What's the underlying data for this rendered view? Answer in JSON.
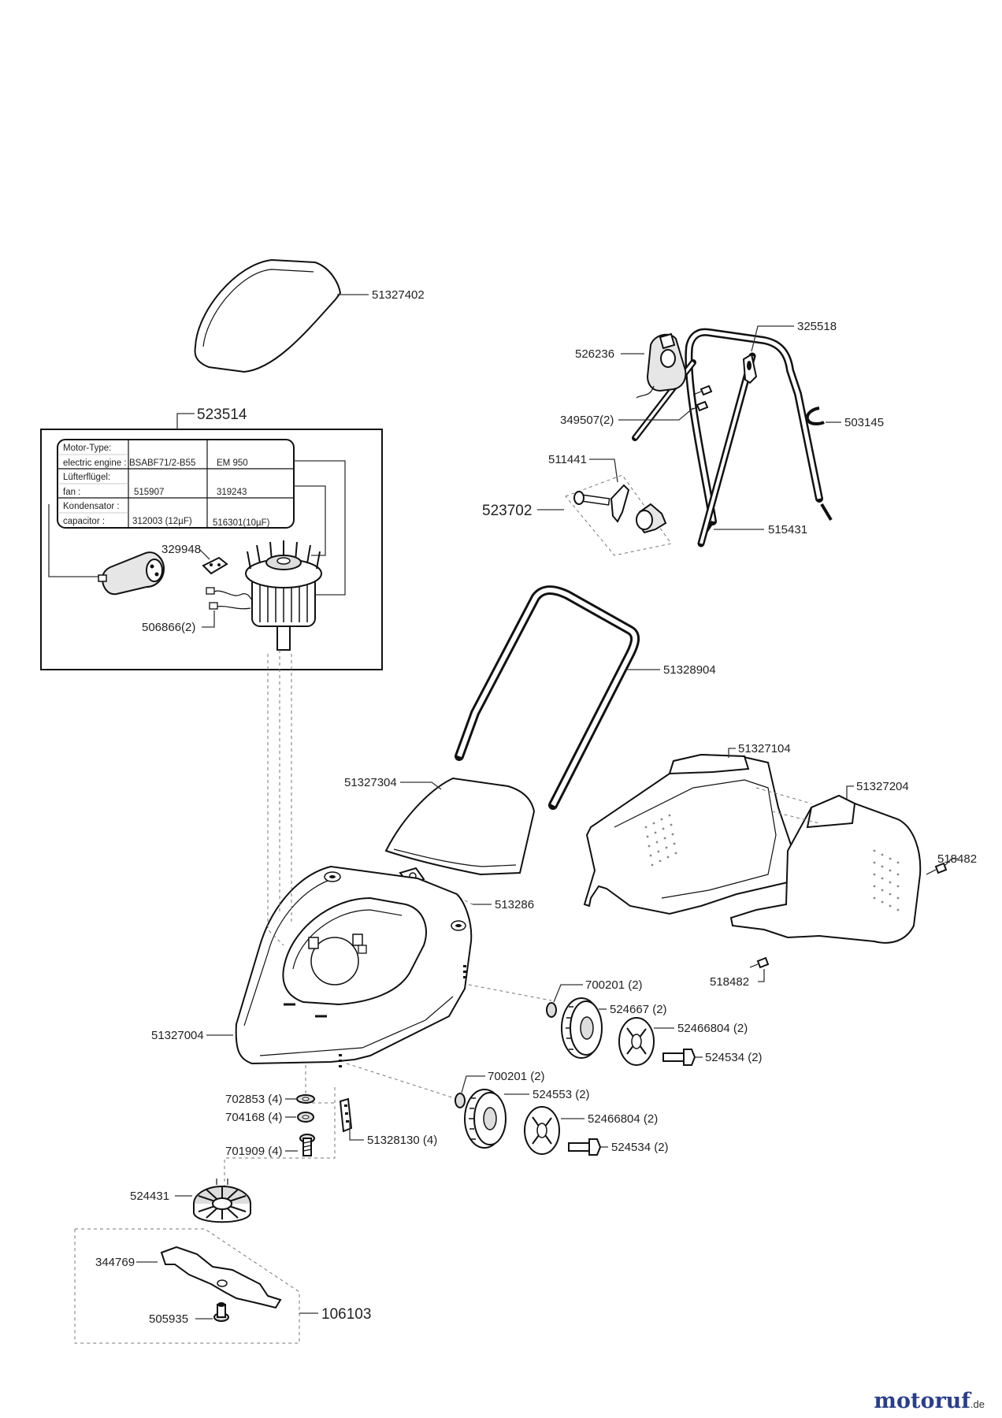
{
  "labels": {
    "p51327402": "51327402",
    "p523514": "523514",
    "p325518": "325518",
    "p526236": "526236",
    "p349507": "349507(2)",
    "p503145": "503145",
    "p511441": "511441",
    "p523702": "523702",
    "p515431": "515431",
    "p329948": "329948",
    "p506866": "506866(2)",
    "p51328904": "51328904",
    "p51327104": "51327104",
    "p51327304": "51327304",
    "p51327204": "51327204",
    "p518482a": "518482",
    "p513286": "513286",
    "p518482b": "518482",
    "p700201a": "700201 (2)",
    "p524667": "524667 (2)",
    "p51327004": "51327004",
    "p52466804a": "52466804 (2)",
    "p524534a": "524534 (2)",
    "p700201b": "700201 (2)",
    "p524553": "524553 (2)",
    "p702853": "702853 (4)",
    "p704168": "704168 (4)",
    "p51328130": "51328130 (4)",
    "p52466804b": "52466804 (2)",
    "p524534b": "524534 (2)",
    "p701909": "701909 (4)",
    "p524431": "524431",
    "p344769": "344769",
    "p106103": "106103",
    "p505935": "505935"
  },
  "motor_table": {
    "r1c1a": "Motor-Type:",
    "r1c1b": "electric engine :",
    "r1c2": "BSABF71/2-B55",
    "r1c3": "EM 950",
    "r2c1a": "Lüfterflügel:",
    "r2c1b": "fan :",
    "r2c2": "515907",
    "r2c3": "319243",
    "r3c1a": "Kondensator :",
    "r3c1b": "capacitor :",
    "r3c2": "312003 (12µF)",
    "r3c3": "516301(10µF)"
  },
  "brand": {
    "name": "motoruf",
    "tld": ".de"
  }
}
